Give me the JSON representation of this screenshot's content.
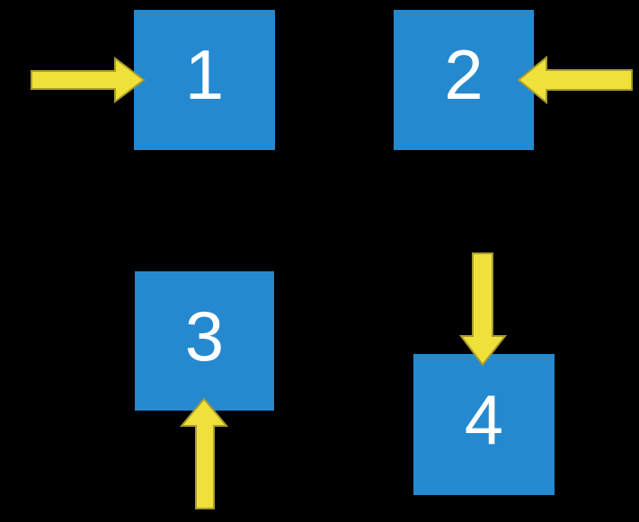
{
  "colors": {
    "background": "#000000",
    "square_fill": "#2589D0",
    "square_text": "#FFFFFF",
    "arrow_fill": "#F0E13A",
    "arrow_outline": "#A89C2C"
  },
  "squares": [
    {
      "label": "1"
    },
    {
      "label": "2"
    },
    {
      "label": "3"
    },
    {
      "label": "4"
    }
  ],
  "arrows": [
    {
      "direction": "right",
      "points_to": "square-1"
    },
    {
      "direction": "left",
      "points_to": "square-2"
    },
    {
      "direction": "up",
      "points_to": "square-3"
    },
    {
      "direction": "down",
      "points_to": "square-4"
    }
  ]
}
